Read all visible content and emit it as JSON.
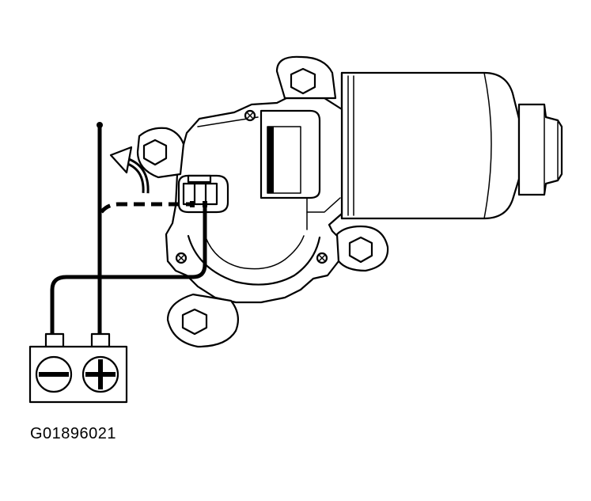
{
  "figure": {
    "code": "G01896021"
  },
  "battery": {
    "negative_symbol": "minus-symbol",
    "positive_symbol": "plus-symbol"
  },
  "icons": [
    "hex-bolt-icon",
    "screw-icon",
    "rotation-arrow-icon",
    "battery-icon",
    "connector-icon"
  ]
}
